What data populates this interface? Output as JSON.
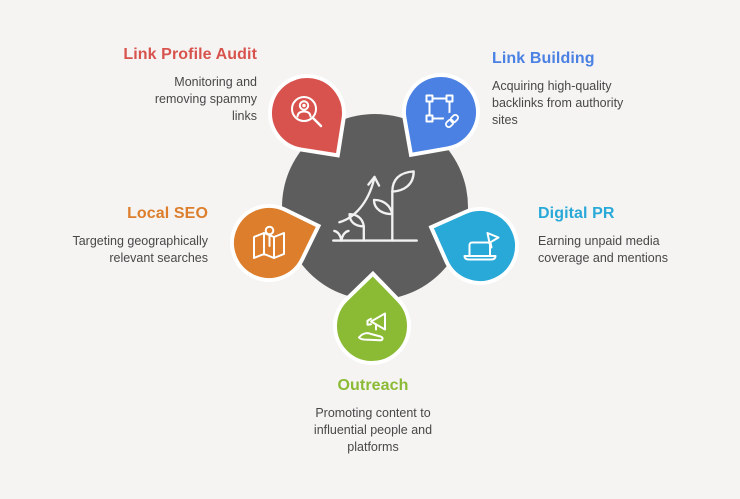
{
  "background_color": "#f5f4f2",
  "center": {
    "color": "#5d5d5d",
    "icon": "growth-plant-icon"
  },
  "nodes": [
    {
      "id": "link-profile-audit",
      "title": "Link Profile Audit",
      "description": "Monitoring and removing spammy links",
      "color": "#d9534e",
      "icon": "search-audit-icon"
    },
    {
      "id": "link-building",
      "title": "Link Building",
      "description": "Acquiring high-quality backlinks from authority sites",
      "color": "#4a81e3",
      "icon": "link-frame-icon"
    },
    {
      "id": "local-seo",
      "title": "Local SEO",
      "description": "Targeting geographically relevant searches",
      "color": "#dc7e2b",
      "icon": "map-pin-icon"
    },
    {
      "id": "digital-pr",
      "title": "Digital PR",
      "description": "Earning unpaid media coverage and mentions",
      "color": "#29a9d8",
      "icon": "laptop-megaphone-icon"
    },
    {
      "id": "outreach",
      "title": "Outreach",
      "description": "Promoting content to influential people and platforms",
      "color": "#8bbb35",
      "icon": "hand-megaphone-icon"
    }
  ]
}
